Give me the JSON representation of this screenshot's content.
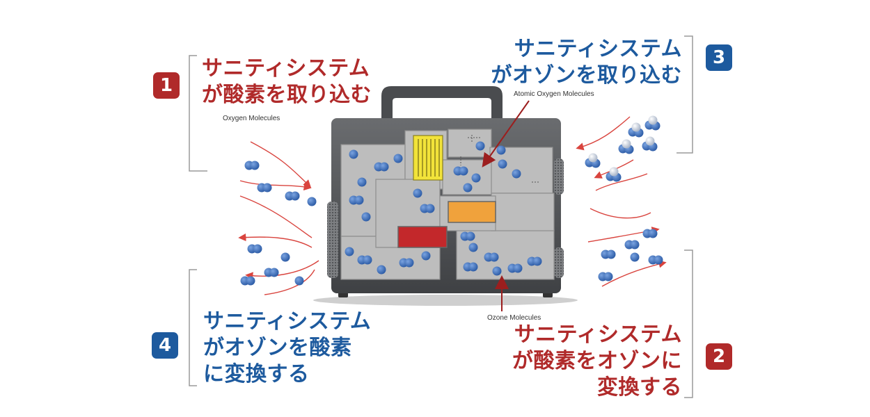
{
  "labels": {
    "oxygen_molecules": "Oxygen Molecules",
    "atomic_oxygen_molecules": "Atomic Oxygen Molecules",
    "ozone_molecules": "Ozone Molecules"
  },
  "steps": [
    {
      "number": "1",
      "color": "#b02a2a",
      "lines": [
        "サニティシステム",
        "が酸素を取り込む"
      ]
    },
    {
      "number": "2",
      "color": "#b02a2a",
      "lines": [
        "サニティシステム",
        "が酸素をオゾンに",
        "変換する"
      ]
    },
    {
      "number": "3",
      "color": "#1d5a9e",
      "lines": [
        "サニティシステム",
        "がオゾンを取り込む"
      ]
    },
    {
      "number": "4",
      "color": "#1d5a9e",
      "lines": [
        "サニティシステム",
        "がオゾンを酸素",
        "に変換する"
      ]
    }
  ],
  "colors": {
    "molecule": "#3f73c5",
    "ozone_highlight": "#c9d3e2",
    "flow_arrow": "#d9443e",
    "pointer_arrow": "#9c1e1e",
    "device_body": "#55575a",
    "device_panel": "#bdbdbd",
    "yellow_component": "#f2e33a",
    "orange_component": "#f0a23c",
    "red_component": "#c3282b"
  }
}
